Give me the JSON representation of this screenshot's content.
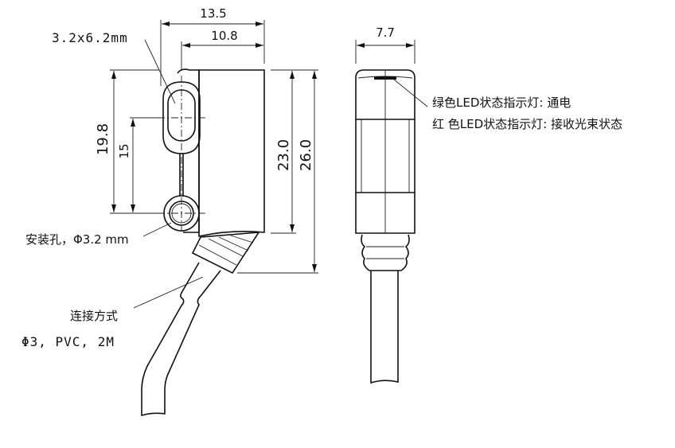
{
  "dimensions": {
    "width_total": "13.5",
    "width_body": "10.8",
    "hole_spacing_outer": "19.8",
    "hole_spacing": "15",
    "height_body": "23.0",
    "height_total": "26.0",
    "front_width": "7.7"
  },
  "labels": {
    "slot_size": "3.2x6.2mm",
    "mounting_hole": "安装孔，Φ3.2 mm",
    "connection": "连接方式",
    "cable_spec": "Φ3, PVC, 2M",
    "green_led": "绿色LED状态指示灯: 通电",
    "red_led": "红 色LED状态指示灯: 接收光束状态"
  }
}
